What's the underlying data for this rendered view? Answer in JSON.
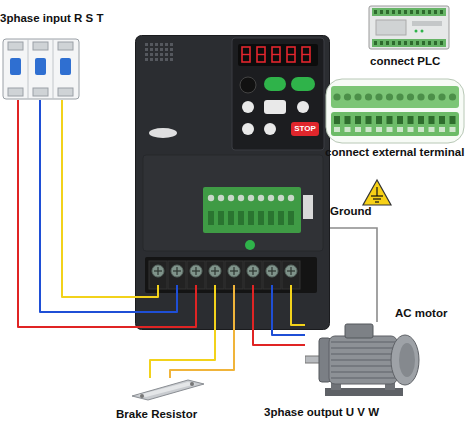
{
  "diagram": {
    "nodes": [
      {
        "text": [
          "3phase input R S T"
        ]
      },
      {
        "text": [
          "STOP"
        ]
      },
      {
        "text": [
          "connect PLC"
        ]
      },
      {
        "text": [
          "connect external terminal"
        ]
      },
      {
        "text": [
          "AC motor"
        ]
      },
      {
        "text": [
          "Brake Resistor"
        ]
      }
    ],
    "edges": [
      {
        "from": 0,
        "to": 1,
        "arrow": "none"
      },
      {
        "from": 1,
        "to": 5,
        "arrow": "none"
      },
      {
        "from": 1,
        "to": 4,
        "arrow": "none"
      }
    ],
    "labels": [
      "Ground",
      "3phase output U V W"
    ]
  }
}
